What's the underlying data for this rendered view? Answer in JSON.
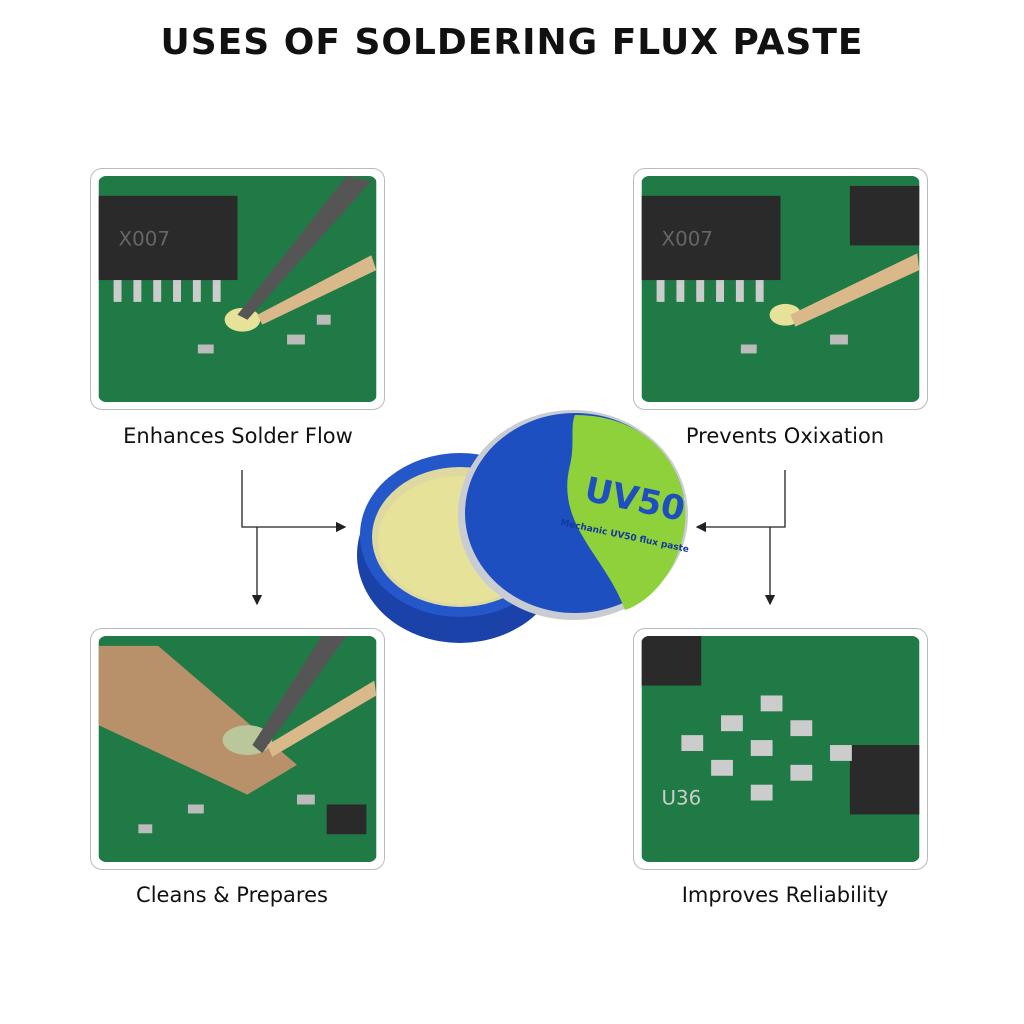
{
  "title": "USES OF SOLDERING FLUX PASTE",
  "uses": [
    {
      "label": "Enhances Solder Flow",
      "board_text": "X007"
    },
    {
      "label": "Prevents Oxixation",
      "board_text": "X007"
    },
    {
      "label": "Cleans & Prepares",
      "board_text": ""
    },
    {
      "label": "Improves Reliability",
      "board_text": "U36"
    }
  ],
  "product": {
    "model": "UV50",
    "lid_text": "Mechanic UV50 flux paste"
  },
  "colors": {
    "pcb": "#1f7a45",
    "tin_blue": "#1d4fc0",
    "lid_green": "#8fd13a",
    "flux": "#e6e29a"
  }
}
